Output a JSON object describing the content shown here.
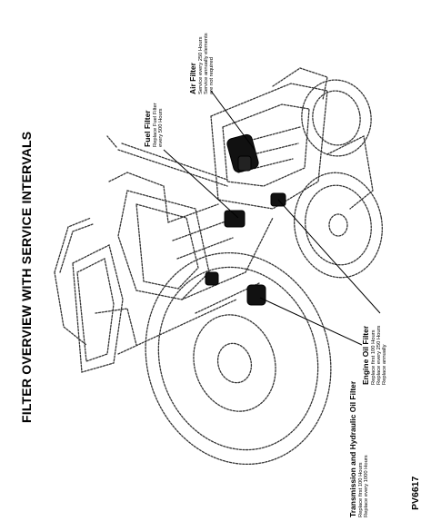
{
  "page": {
    "title": "FILTER OVERVIEW WITH SERVICE INTERVALS",
    "code": "PV6617"
  },
  "callouts": [
    {
      "title": "Air Filter",
      "lines": [
        "Service every 250 Hours",
        "Service annually elements",
        "are not required"
      ]
    },
    {
      "title": "Fuel Filter",
      "lines": [
        "Replace Fuel Filter",
        "every 500 Hours"
      ]
    },
    {
      "title": "Engine Oil Filter",
      "lines": [
        "Replace first 100 Hours",
        "Replace every 250 Hours",
        "Replace annually"
      ]
    },
    {
      "title": "Transmission and Hydraulic Oil Filter",
      "lines": [
        "Replace first 100 Hours",
        "Replace every 1000 Hours"
      ]
    }
  ]
}
